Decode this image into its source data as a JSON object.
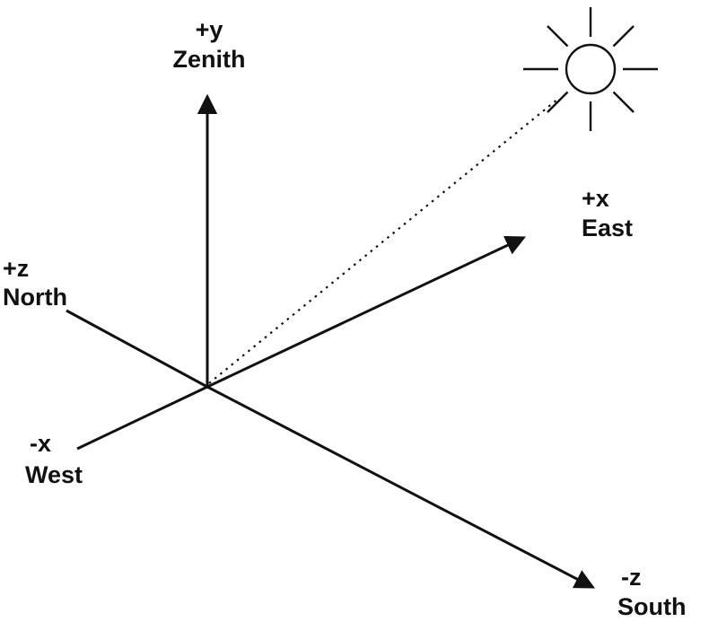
{
  "diagram": {
    "description": "3D sky coordinate system with sun direction",
    "labels": {
      "y_axis": {
        "symbol": "+y",
        "word": "Zenith"
      },
      "x_east": {
        "symbol": "+x",
        "word": "East"
      },
      "x_west": {
        "symbol": "-x",
        "word": "West"
      },
      "z_north": {
        "symbol": "+z",
        "word": "North"
      },
      "z_south": {
        "symbol": "-z",
        "word": "South"
      }
    },
    "icons": {
      "sun": "sun-icon"
    },
    "colors": {
      "stroke": "#111111",
      "background": "#ffffff"
    }
  }
}
